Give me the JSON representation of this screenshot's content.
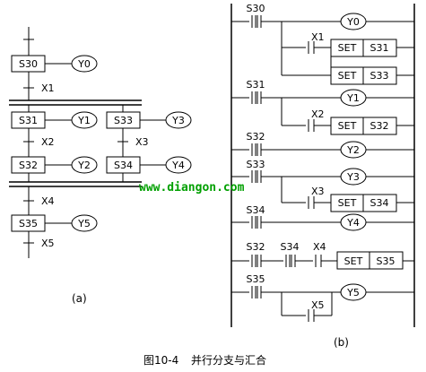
{
  "sfc": {
    "steps": {
      "s30": "S30",
      "s31": "S31",
      "s32": "S32",
      "s33": "S33",
      "s34": "S34",
      "s35": "S35"
    },
    "outputs": {
      "y0": "Y0",
      "y1": "Y1",
      "y2": "Y2",
      "y3": "Y3",
      "y4": "Y4",
      "y5": "Y5"
    },
    "transitions": {
      "x1": "X1",
      "x2": "X2",
      "x3": "X3",
      "x4": "X4",
      "x5": "X5"
    },
    "label": "(a)"
  },
  "ladder": {
    "contacts": {
      "r1_s30": "S30",
      "r1_x1": "X1",
      "r2_s31": "S31",
      "r2_x2": "X2",
      "r3_s32": "S32",
      "r4_s33": "S33",
      "r4_x3": "X3",
      "r5_s34": "S34",
      "r6_s32": "S32",
      "r6_s34": "S34",
      "r6_x4": "X4",
      "r7_s35": "S35",
      "r7_x5": "X5"
    },
    "coils": {
      "y0": "Y0",
      "y1": "Y1",
      "y2": "Y2",
      "y3": "Y3",
      "y4": "Y4",
      "y5": "Y5"
    },
    "set_label": "SET",
    "set_targets": {
      "s31": "S31",
      "s33": "S33",
      "s32": "S32",
      "s34": "S34",
      "s35": "S35"
    },
    "label": "(b)"
  },
  "watermark": "www.diangon.com",
  "caption": {
    "number": "图10-4",
    "title": "并行分支与汇合"
  }
}
